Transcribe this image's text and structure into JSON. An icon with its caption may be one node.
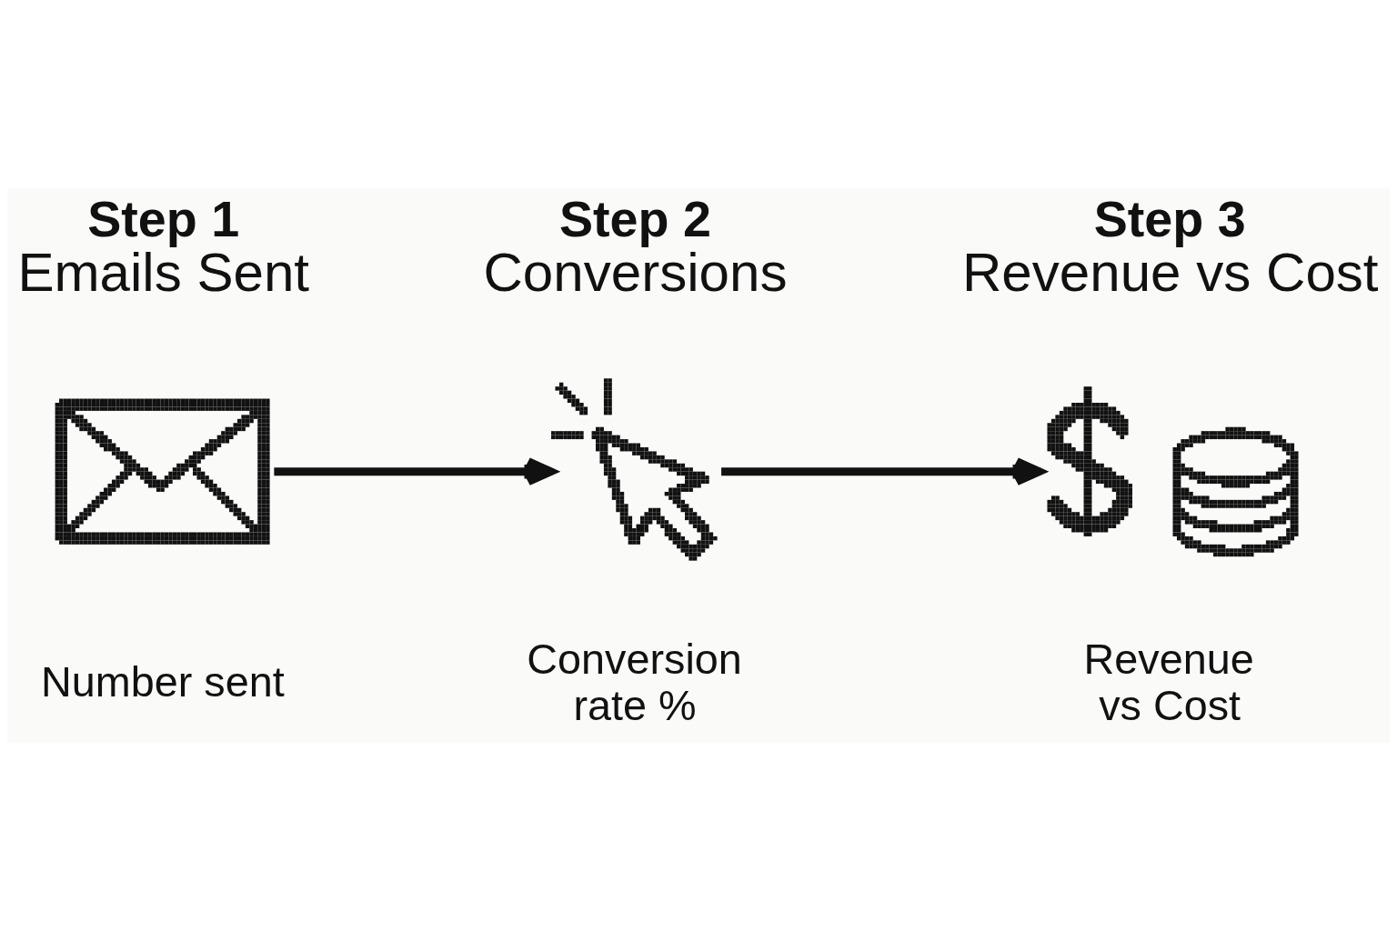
{
  "diagram": {
    "nodes": [
      {
        "text": [],
        "shape": "picture",
        "beside": [
          "Step 1",
          "Emails Sent",
          "Number sent"
        ]
      },
      {
        "text": [],
        "shape": "picture",
        "beside": [
          "Step 2",
          "Conversions",
          "Conversion rate %"
        ]
      },
      {
        "text": [],
        "shape": "picture",
        "beside": [
          "Step 3",
          "Revenue vs Cost",
          "Revenue vs Cost"
        ]
      }
    ],
    "edges": [
      {
        "from": 0,
        "to": 1,
        "arrow": "to"
      },
      {
        "from": 1,
        "to": 2,
        "arrow": "to"
      }
    ]
  }
}
